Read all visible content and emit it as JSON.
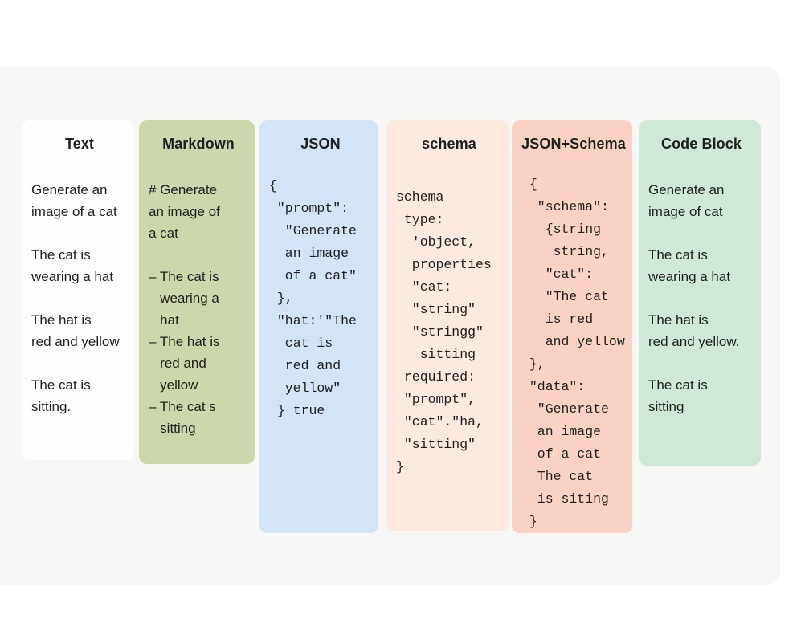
{
  "page": {
    "band_color": "#f7f7f5",
    "text_color": "#1f1f1f"
  },
  "columns": [
    {
      "id": "text",
      "title": "Text",
      "bg": "#fdfdfb",
      "format": "plain",
      "content": "Generate an\nimage of a cat\n\nThe cat is\nwearing a hat\n\nThe hat is\nred and yellow\n\nThe cat is\nsitting."
    },
    {
      "id": "markdown",
      "title": "Markdown",
      "bg": "#ccd8ab",
      "format": "plain",
      "content": "# Generate\nan image of\na cat\n\n– The cat is\n   wearing a\n   hat\n– The hat is\n   red and\n   yellow\n– The cat s\n   sitting"
    },
    {
      "id": "json",
      "title": "JSON",
      "bg": "#d4e4f7",
      "format": "code",
      "content": "{\n \"prompt\":\n  \"Generate\n  an image\n  of a cat\"\n },\n \"hat:'\"The\n  cat is\n  red and\n  yellow\"\n } true"
    },
    {
      "id": "schema",
      "title": "schema",
      "bg": "#fceade",
      "format": "code",
      "content": "schema\n type:\n  'object,\n  properties\n  \"cat:\n  \"string\"\n  \"stringg\"\n   sitting\n required:\n \"prompt\",\n \"cat\".\"ha,\n \"sitting\"\n}"
    },
    {
      "id": "json-schema",
      "title": "JSON+Schema",
      "bg": "#f9d2c3",
      "format": "code",
      "content": " {\n  \"schema\":\n   {string\n    string,\n   \"cat\":\n   \"The cat\n   is red\n   and yellow\n },\n \"data\":\n  \"Generate\n  an image\n  of a cat\n  The cat\n  is siting\n }"
    },
    {
      "id": "code-block",
      "title": "Code Block",
      "bg": "#cfe8d8",
      "format": "plain",
      "content": "Generate an\nimage of cat\n\nThe cat is\nwearing a hat\n\nThe hat is\nred and yellow.\n\nThe cat is\nsitting"
    }
  ]
}
